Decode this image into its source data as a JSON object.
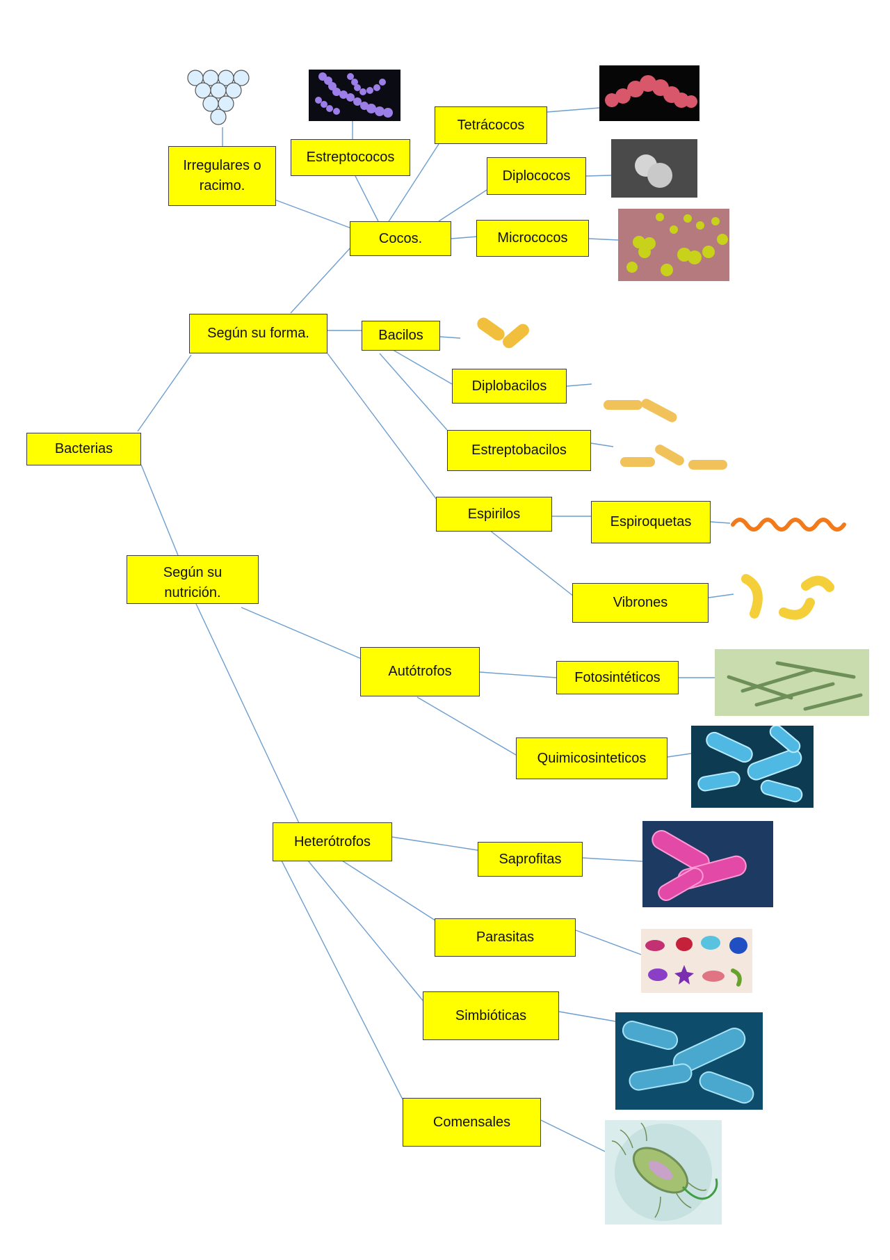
{
  "nodes": {
    "bacterias": "Bacterias",
    "segun_forma": "Según su forma.",
    "segun_nutricion": "Según su nutrición.",
    "cocos": "Cocos.",
    "irregulares": "Irregulares o racimo.",
    "estreptococos": "Estreptococos",
    "tetracocos": "Tetrácocos",
    "diplococos": "Diplococos",
    "micrococos": "Micrococos",
    "bacilos": "Bacilos",
    "diplobacilos": "Diplobacilos",
    "estreptobacilos": "Estreptobacilos",
    "espirilos": "Espirilos",
    "espiroquetas": "Espiroquetas",
    "vibrones": "Vibrones",
    "autotrofos": "Autótrofos",
    "fotosinteticos": "Fotosintéticos",
    "quimicosinteticos": "Quimicosinteticos",
    "heterotrofos": "Heterótrofos",
    "saprofitas": "Saprofitas",
    "parasitas": "Parasitas",
    "simbioticas": "Simbióticas",
    "comensales": "Comensales"
  },
  "colors": {
    "node_fill": "#ffff00",
    "node_border": "#3a3a3a",
    "connector": "#6d9ecf"
  }
}
